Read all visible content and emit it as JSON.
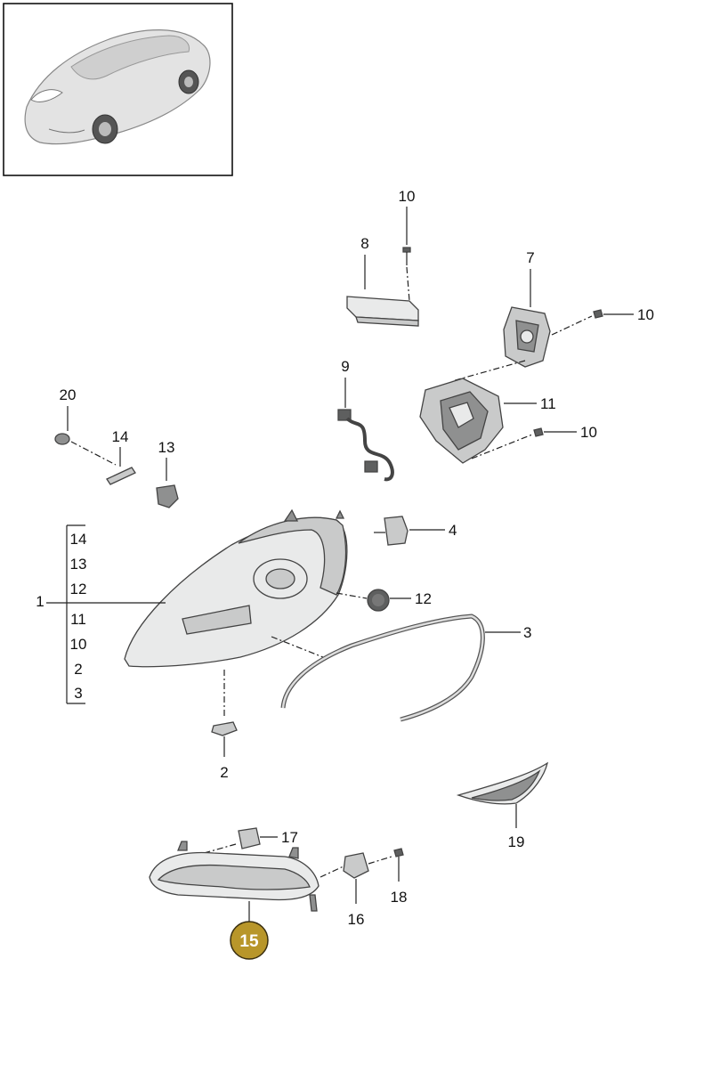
{
  "thumbnail": {
    "icon": "car-icon"
  },
  "callouts": {
    "c10_top": "10",
    "c8": "8",
    "c7": "7",
    "c10_right1": "10",
    "c9": "9",
    "c11": "11",
    "c10_right2": "10",
    "c20": "20",
    "c14": "14",
    "c13": "13",
    "c4": "4",
    "c1": "1",
    "c12": "12",
    "c3": "3",
    "c2": "2",
    "c19": "19",
    "c17": "17",
    "c18": "18",
    "c16": "16"
  },
  "group_list": [
    "14",
    "13",
    "12",
    "11",
    "10",
    "2",
    "3"
  ],
  "highlight": {
    "label": "15",
    "color": "#b8962a"
  },
  "colors": {
    "line": "#222222",
    "part_fill": "#e9eaea",
    "part_shade": "#8f9090"
  }
}
